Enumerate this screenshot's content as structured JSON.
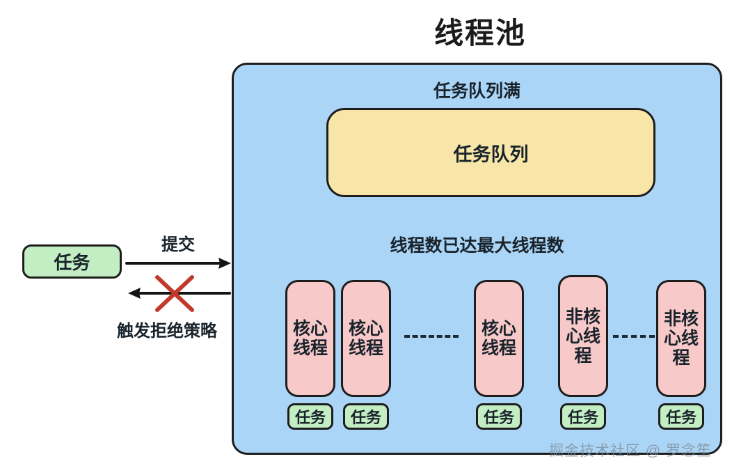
{
  "title": "线程池",
  "pool": {
    "queue_full_caption": "任务队列满",
    "queue_label": "任务队列",
    "threads_caption": "线程数已达最大线程数",
    "threads": [
      {
        "lines": [
          "核心",
          "线程"
        ],
        "task_label": "任务"
      },
      {
        "lines": [
          "核心",
          "线程"
        ],
        "task_label": "任务"
      },
      {
        "lines": [
          "核心",
          "线程"
        ],
        "task_label": "任务"
      },
      {
        "lines": [
          "非核",
          "心线",
          "程"
        ],
        "task_label": "任务"
      },
      {
        "lines": [
          "非核",
          "心线",
          "程"
        ],
        "task_label": "任务"
      }
    ]
  },
  "source": {
    "task_label": "任务",
    "submit_label": "提交",
    "reject_label": "触发拒绝策略"
  },
  "watermark": "掘金技术社区 @ 罗念笙",
  "colors": {
    "pool_fill": "#ABD5F7",
    "queue_fill": "#F8E6A8",
    "thread_fill": "#F8C9C9",
    "task_fill": "#C3EDC3",
    "stroke": "#1d1d1d",
    "reject_cross": "#C0392B",
    "text": "#19232b"
  }
}
